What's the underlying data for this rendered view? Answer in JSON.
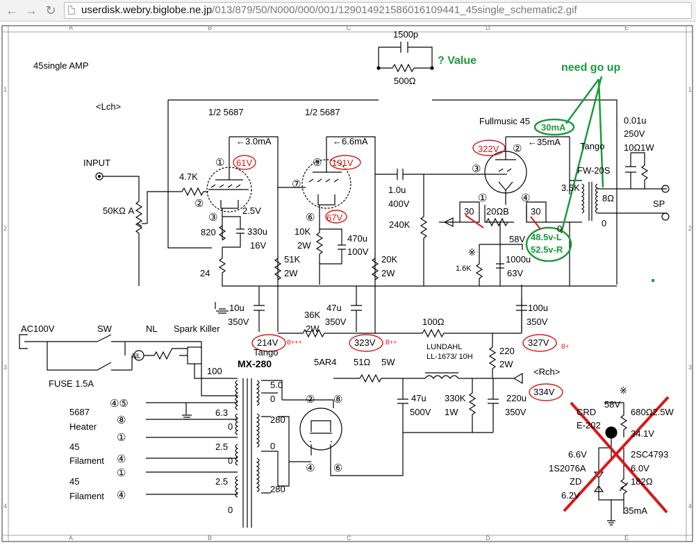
{
  "browser": {
    "back_glyph": "←",
    "forward_glyph": "→",
    "reload_glyph": "↻",
    "url_host": "userdisk.webry.biglobe.ne.jp",
    "url_path": "/013/879/50/N000/000/001/129014921586016109441_45single_schematic2.gif"
  },
  "frame": {
    "col_letters": [
      "A",
      "B",
      "C",
      "D",
      "E"
    ],
    "row_numbers": [
      "1",
      "2",
      "3",
      "4"
    ]
  },
  "title": "45single AMP",
  "channel": "<Lch>",
  "feedback": {
    "cap": "1500p",
    "res": "500Ω",
    "note": "? Value"
  },
  "note_need_go_up": "need go up",
  "stage1": {
    "tube": "1/2 5687",
    "pin1": "①",
    "pin2": "②",
    "pin3": "③",
    "current": "←3.0mA",
    "plate_v": "61V",
    "cathode_v": "2.5V",
    "grid_r": "4.7K",
    "rk": "820",
    "ck": "330u",
    "ck_v": "16V",
    "rfb": "24",
    "rl": "51K",
    "rl_w": "2W"
  },
  "stage2": {
    "tube": "1/2 5687",
    "pin9": "⑨",
    "pin7": "⑦",
    "pin6": "⑥",
    "current": "←6.6mA",
    "plate_v": "191V",
    "cathode_v": "67V",
    "rk": "10K",
    "rk_w": "2W",
    "ck": "470u",
    "ck_v": "100V",
    "rl": "20K",
    "rl_w": "2W"
  },
  "input": {
    "label": "INPUT",
    "pot": "50KΩ A"
  },
  "coupling": {
    "cap": "1.0u",
    "cap_v": "400V",
    "grid_r": "240K"
  },
  "output_tube": {
    "name": "Fullmusic 45",
    "current": "30mA",
    "pin2": "②",
    "pin3": "③",
    "pin1": "①",
    "pin4": "④",
    "plate_v": "322V",
    "plate_current": "←35mA",
    "hum_l": "30",
    "hum_r": "30",
    "hum_pot": "20ΩB"
  },
  "output_bias": {
    "volts": "58V",
    "left_v": "48.5v-L",
    "right_v": "52.5v-R",
    "mark": "※",
    "r": "1.6K",
    "cap": "1000u",
    "cap_v": "63V"
  },
  "opt": {
    "name": "Tango",
    "model": "FW-20S",
    "primary": "3.5K",
    "secondary": "8Ω",
    "sec_zero": "0",
    "pri_zero": "0"
  },
  "zobel": {
    "cap": "0.01u",
    "cap_v": "250V",
    "res": "10Ω1W"
  },
  "speaker": "SP",
  "supply": {
    "c1": "10u",
    "c1_v": "350V",
    "r1": "36K",
    "r1_w": "2W",
    "c2": "47u",
    "c2_v": "350V",
    "r2": "100Ω",
    "c3": "100u",
    "c3_v": "350V",
    "v1": "214V",
    "v1_tag": "B+++",
    "v2": "323V",
    "v2_tag": "B++",
    "v3": "327V",
    "v3_tag": "B+",
    "r3": "220",
    "r3_w": "2W",
    "choke_name": "LUNDAHL",
    "choke_model": "LL-1673/ 10H",
    "rch_label": "<Rch>",
    "rch_v": "334V",
    "rect": "5AR4",
    "rect_r": "51Ω",
    "rect_r_w": "5W",
    "rect_pin2": "②",
    "rect_pin8": "⑧",
    "rect_pin4": "④",
    "rect_pin6": "⑥",
    "cin": "47u",
    "cin_v": "500V",
    "bleed": "330K",
    "bleed_w": "1W",
    "cf": "220u",
    "cf_v": "350V"
  },
  "mains": {
    "ac": "AC100V",
    "sw": "SW",
    "nl": "NL",
    "spark": "Spark Killer",
    "spark_val": "100",
    "fuse": "FUSE 1.5A"
  },
  "power_trafo": {
    "name": "Tango",
    "model": "MX-280",
    "taps": [
      "5.0",
      "0",
      "280",
      "0",
      "280"
    ],
    "tap_63": "6.3",
    "tap_0a": "0",
    "tap_25a": "2.5",
    "tap_0b": "0",
    "tap_25b": "2.5",
    "tap_0c": "0"
  },
  "heaters": {
    "l5687": "5687",
    "l5687b": "Heater",
    "p45": "④⑤",
    "p8": "⑧",
    "p1": "①",
    "l45a": "45",
    "l45a_b": "Filament",
    "p4a": "④",
    "p1b": "①",
    "l45b": "45",
    "l45b_b": "Filament",
    "p4b": "④"
  },
  "ccs": {
    "mark": "※",
    "v58": "58V",
    "crd": "CRD",
    "crd_model": "E-202",
    "r680": "680Ω2.5W",
    "v341": "34.1V",
    "v66": "6.6V",
    "tr": "2SC4793",
    "v60": "6.0V",
    "diode": "1S2076A",
    "zd": "ZD",
    "zd_v": "6.2V",
    "vr": "182Ω",
    "i": "35mA"
  },
  "colors": {
    "ink": "#000000",
    "red": "#d81818",
    "green": "#1a9a3a",
    "gray": "#8a8a8a"
  }
}
